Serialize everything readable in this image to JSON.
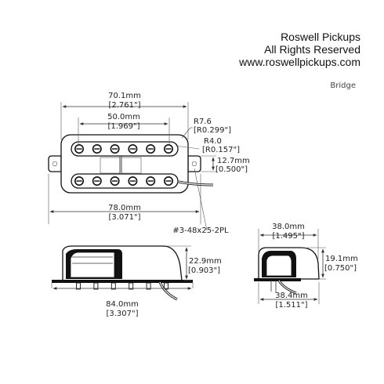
{
  "header": {
    "company": "Roswell Pickups",
    "rights": "All Rights Reserved",
    "website": "www.roswellpickups.com",
    "position": "Bridge"
  },
  "dims": {
    "length_mm": "70.1mm",
    "length_in": "[2.761\"]",
    "spacing_mm": "50.0mm",
    "spacing_in": "[1.969\"]",
    "outer_radius_mm": "R7.6",
    "outer_radius_in": "[R0.299\"]",
    "inner_radius_mm": "R4.0",
    "inner_radius_in": "[R0.157\"]",
    "tab_width_mm": "12.7mm",
    "tab_width_in": "[0.500\"]",
    "total_length_mm": "78.0mm",
    "total_length_in": "[3.071\"]",
    "screw_spec": "#3-48x25-2PL",
    "height_mm": "22.9mm",
    "height_in": "[0.903\"]",
    "base_length_mm": "84.0mm",
    "base_length_in": "[3.307\"]",
    "side_width_top_mm": "38.0mm",
    "side_width_top_in": "[1.495\"]",
    "side_height_mm": "19.1mm",
    "side_height_in": "[0.750\"]",
    "side_width_bottom_mm": "38.4mm",
    "side_width_bottom_in": "[1.511\"]"
  },
  "colors": {
    "ink": "#111111",
    "line": "#333333"
  },
  "pole_pieces_per_row": 6
}
